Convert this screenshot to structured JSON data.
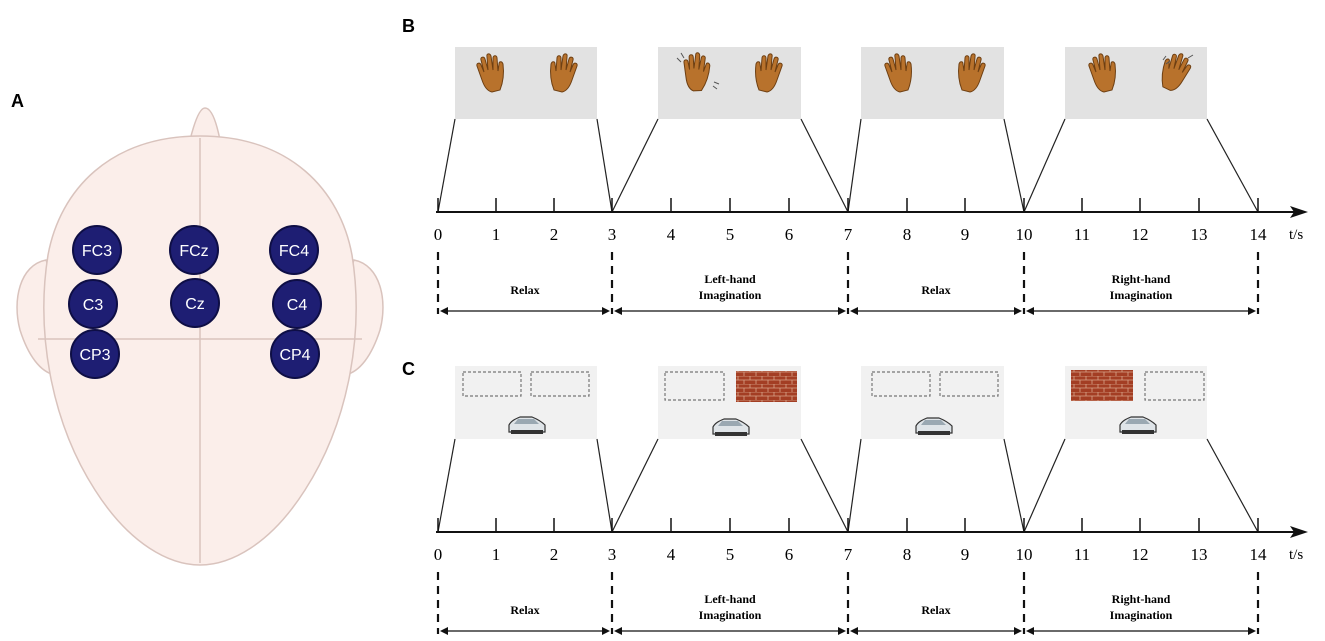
{
  "panels": {
    "a": {
      "letter": "A"
    },
    "b": {
      "letter": "B"
    },
    "c": {
      "letter": "C"
    }
  },
  "electrodes": [
    "FC3",
    "FCz",
    "FC4",
    "C3",
    "Cz",
    "C4",
    "CP3",
    "CP4"
  ],
  "colors": {
    "electrode_fill": "#1e1e73",
    "head_fill": "#fbeeea",
    "head_stroke": "#d9c3bd",
    "stimulus_bg": "#e2e2e2",
    "scene_bg": "#f1f1f1",
    "hand": "#b8722c",
    "brick": "#a33e24"
  },
  "timeline": {
    "ticks": [
      {
        "value": 0,
        "label": "0"
      },
      {
        "value": 1,
        "label": "1"
      },
      {
        "value": 2,
        "label": "2"
      },
      {
        "value": 3,
        "label": "3"
      },
      {
        "value": 4,
        "label": "4"
      },
      {
        "value": 5,
        "label": "5"
      },
      {
        "value": 6,
        "label": "6"
      },
      {
        "value": 7,
        "label": "7"
      },
      {
        "value": 8,
        "label": "8"
      },
      {
        "value": 9,
        "label": "9"
      },
      {
        "value": 10,
        "label": "10"
      },
      {
        "value": 11,
        "label": "11"
      },
      {
        "value": 12,
        "label": "12"
      },
      {
        "value": 13,
        "label": "13"
      },
      {
        "value": 14,
        "label": "14"
      }
    ],
    "unit": "t/s",
    "phases": [
      {
        "start": 0,
        "end": 3,
        "lines": [
          "Relax"
        ]
      },
      {
        "start": 3,
        "end": 7,
        "lines": [
          "Left-hand",
          "Imagination"
        ]
      },
      {
        "start": 7,
        "end": 10,
        "lines": [
          "Relax"
        ]
      },
      {
        "start": 10,
        "end": 14,
        "lines": [
          "Right-hand",
          "Imagination"
        ]
      }
    ]
  },
  "stimuli_b": [
    {
      "cue": "none",
      "icons": [
        "hand-icon",
        "hand-icon"
      ]
    },
    {
      "cue": "left",
      "icons": [
        "waving-hand-icon",
        "hand-icon"
      ]
    },
    {
      "cue": "none",
      "icons": [
        "hand-icon",
        "hand-icon"
      ]
    },
    {
      "cue": "right",
      "icons": [
        "hand-icon",
        "waving-hand-icon"
      ]
    }
  ],
  "stimuli_c": [
    {
      "wall": "none",
      "icons": [
        "empty-slot-icon",
        "car-icon"
      ]
    },
    {
      "wall": "right",
      "icons": [
        "brick-wall-icon",
        "car-icon"
      ]
    },
    {
      "wall": "none",
      "icons": [
        "empty-slot-icon",
        "car-icon"
      ]
    },
    {
      "wall": "left",
      "icons": [
        "brick-wall-icon",
        "car-icon"
      ]
    }
  ]
}
